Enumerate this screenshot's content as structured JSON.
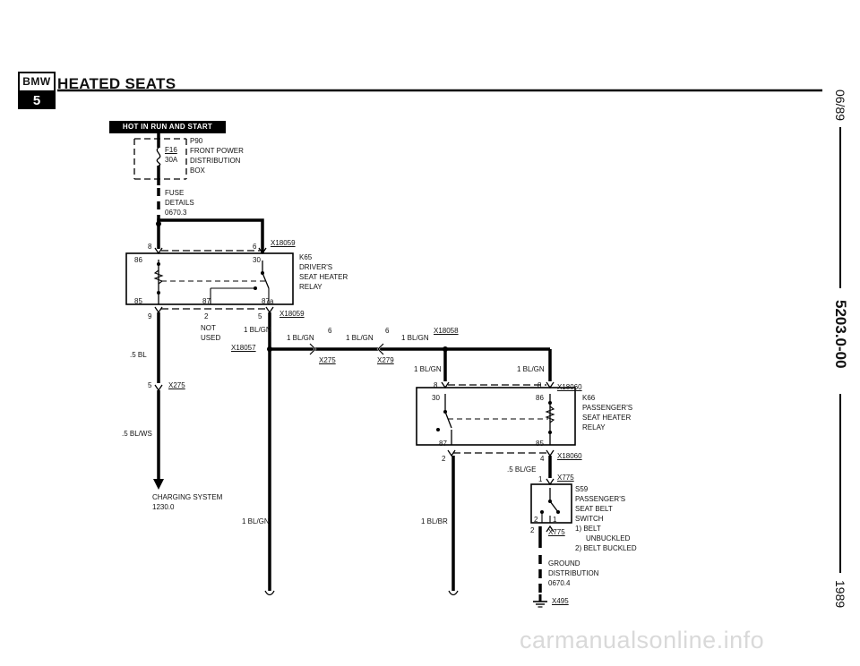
{
  "header": {
    "logo_top": "BMW",
    "logo_bottom": "5",
    "title": "HEATED SEATS"
  },
  "side": {
    "date": "06/89",
    "code": "5203.0-00",
    "year": "1989"
  },
  "hot_bar": "HOT IN RUN AND START",
  "fuse_box": {
    "ref": "P90",
    "fuse": "F16",
    "amps": "30A",
    "line1": "FRONT POWER",
    "line2": "DISTRIBUTION",
    "line3": "BOX"
  },
  "fuse_details": {
    "line1": "FUSE",
    "line2": "DETAILS",
    "line3": "0670.3"
  },
  "k65": {
    "ref": "K65",
    "line1": "DRIVER'S",
    "line2": "SEAT HEATER",
    "line3": "RELAY",
    "pin86": "86",
    "pin30": "30",
    "pin85": "85",
    "pin87": "87",
    "pin87a": "87a"
  },
  "k66": {
    "ref": "K66",
    "line1": "PASSENGER'S",
    "line2": "SEAT HEATER",
    "line3": "RELAY",
    "pin30": "30",
    "pin86": "86",
    "pin87": "87",
    "pin85": "85"
  },
  "s59": {
    "ref": "S59",
    "line1": "PASSENGER'S",
    "line2": "SEAT BELT",
    "line3": "SWITCH",
    "note1a": "1)  BELT",
    "note1b": "UNBUCKLED",
    "note2": "2)  BELT BUCKLED",
    "pos2": "2",
    "pos1": "1"
  },
  "connectors": {
    "x18059_a": "X18059",
    "x18059_b": "X18059",
    "x18057": "X18057",
    "x18058": "X18058",
    "x18060_a": "X18060",
    "x18060_b": "X18060",
    "x275_a": "X275",
    "x275_b": "X275",
    "x279": "X279",
    "x775_a": "X775",
    "x775_b": "X775",
    "x495": "X495"
  },
  "pins": {
    "p8a": "8",
    "p6a": "6",
    "p9": "9",
    "p2": "2",
    "p5": "5",
    "p5b": "5",
    "p6b": "6",
    "p6c": "6",
    "p8b": "8",
    "p8c": "8",
    "p2b": "2",
    "p4": "4",
    "p1": "1",
    "p2c": "2"
  },
  "wires": {
    "w1": "1 BL/GN",
    "w2": "1 BL/GN",
    "w3": "1 BL/GN",
    "w4": "1 BL/GN",
    "w5": "1 BL/GN",
    "w6": "1 BL/GN",
    "w7": "1 BL/GN",
    "w8": "1 BL/BR",
    "bl": ".5 BL",
    "blws": ".5 BL/WS",
    "blge": ".5 BL/GE"
  },
  "not_used": {
    "line1": "NOT",
    "line2": "USED"
  },
  "charging": {
    "line1": "CHARGING SYSTEM",
    "line2": "1230.0"
  },
  "ground": {
    "line1": "GROUND",
    "line2": "DISTRIBUTION",
    "line3": "0670.4"
  },
  "watermark": "carmanualsonline.info"
}
